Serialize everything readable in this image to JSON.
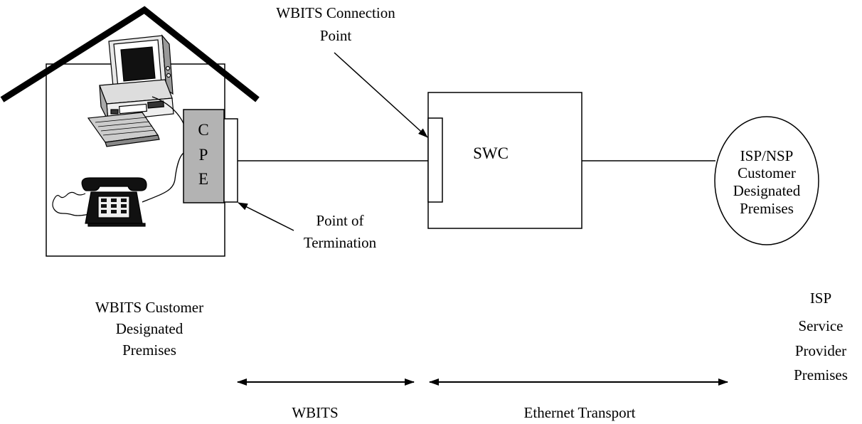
{
  "labels": {
    "connection_point_line1": "WBITS Connection",
    "connection_point_line2": "Point",
    "cpe_c": "C",
    "cpe_p": "P",
    "cpe_e": "E",
    "swc": "SWC",
    "point_of_termination_line1": "Point of",
    "point_of_termination_line2": "Termination",
    "isp_nsp_line1": "ISP/NSP",
    "isp_nsp_line2": "Customer",
    "isp_nsp_line3": "Designated",
    "isp_nsp_line4": "Premises",
    "wbits_customer_line1": "WBITS Customer",
    "wbits_customer_line2": "Designated",
    "wbits_customer_line3": "Premises",
    "isp_service_line1": "ISP",
    "isp_service_line2": "Service",
    "isp_service_line3": "Provider",
    "isp_service_line4": "Premises",
    "span_wbits": "WBITS",
    "span_ethernet": "Ethernet Transport"
  },
  "icons": [
    "computer-icon",
    "telephone-icon"
  ],
  "colors": {
    "cpe_fill": "#b3b3b3",
    "stroke": "#000000"
  }
}
